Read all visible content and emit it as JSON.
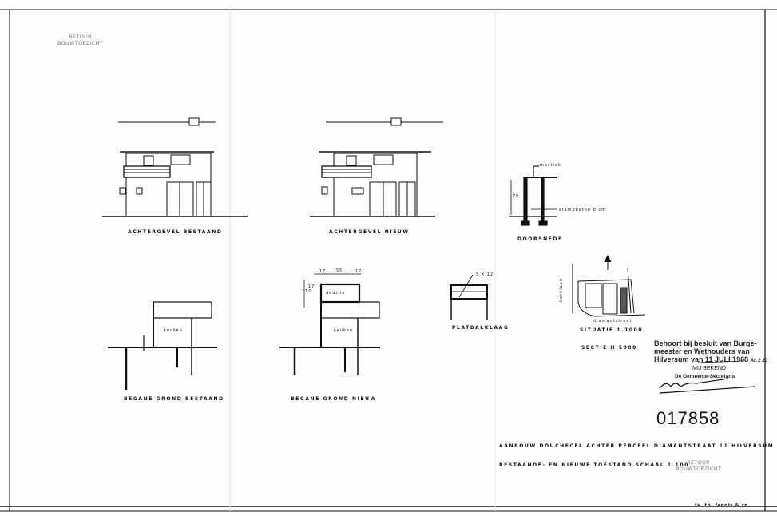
{
  "stamps": {
    "top_left": [
      "RETOUR",
      "BOUWTOEZICHT"
    ],
    "bottom_right": [
      "RETOUR",
      "BOUWTOEZICHT"
    ]
  },
  "drawings": {
    "elevation_existing": "ACHTERGEVEL BESTAAND",
    "elevation_new": "ACHTERGEVEL NIEUW",
    "section": {
      "title": "DOORSNEDE",
      "mastiek": "mastiek",
      "height": "70",
      "concrete": "stampbeton 8 cm"
    },
    "roof": {
      "title": "PLATBALKLAAG",
      "beam": "5 X 12"
    },
    "site": {
      "title": "SITUATIE 1.1000",
      "section": "SECTIE H 5080",
      "street": "diamantstraat",
      "side_street": "berklaan"
    },
    "plan_existing": {
      "title": "BEGANE GROND BESTAAND",
      "room": "keuken"
    },
    "plan_new": {
      "title": "BEGANE GROND NIEUW",
      "room": "keuken",
      "shower": "douche",
      "dims": [
        "17",
        "55",
        "17"
      ],
      "dim_v": "110",
      "dim_v2": "17"
    }
  },
  "approval": {
    "line1": "Behoort bij besluit van Burge-",
    "line2": "meester en Wethouders van",
    "line3_prefix": "Hilversum van",
    "date": "11 JULI 1968",
    "ref": "Ar. 2 30",
    "line4": "MIJ BEKEND",
    "line5": "De Gemeente-Secretaris"
  },
  "drawing_number": "017858",
  "title_block": {
    "line1": "AANBOUW DOUCHECEL ACHTER PERCEEL DIAMANTSTRAAT 11 HILVERSUM",
    "line2": "BESTAANDE- EN NIEUWE TOESTAND SCHAAL 1.100",
    "maker": "fa. th. fennis & zn."
  }
}
